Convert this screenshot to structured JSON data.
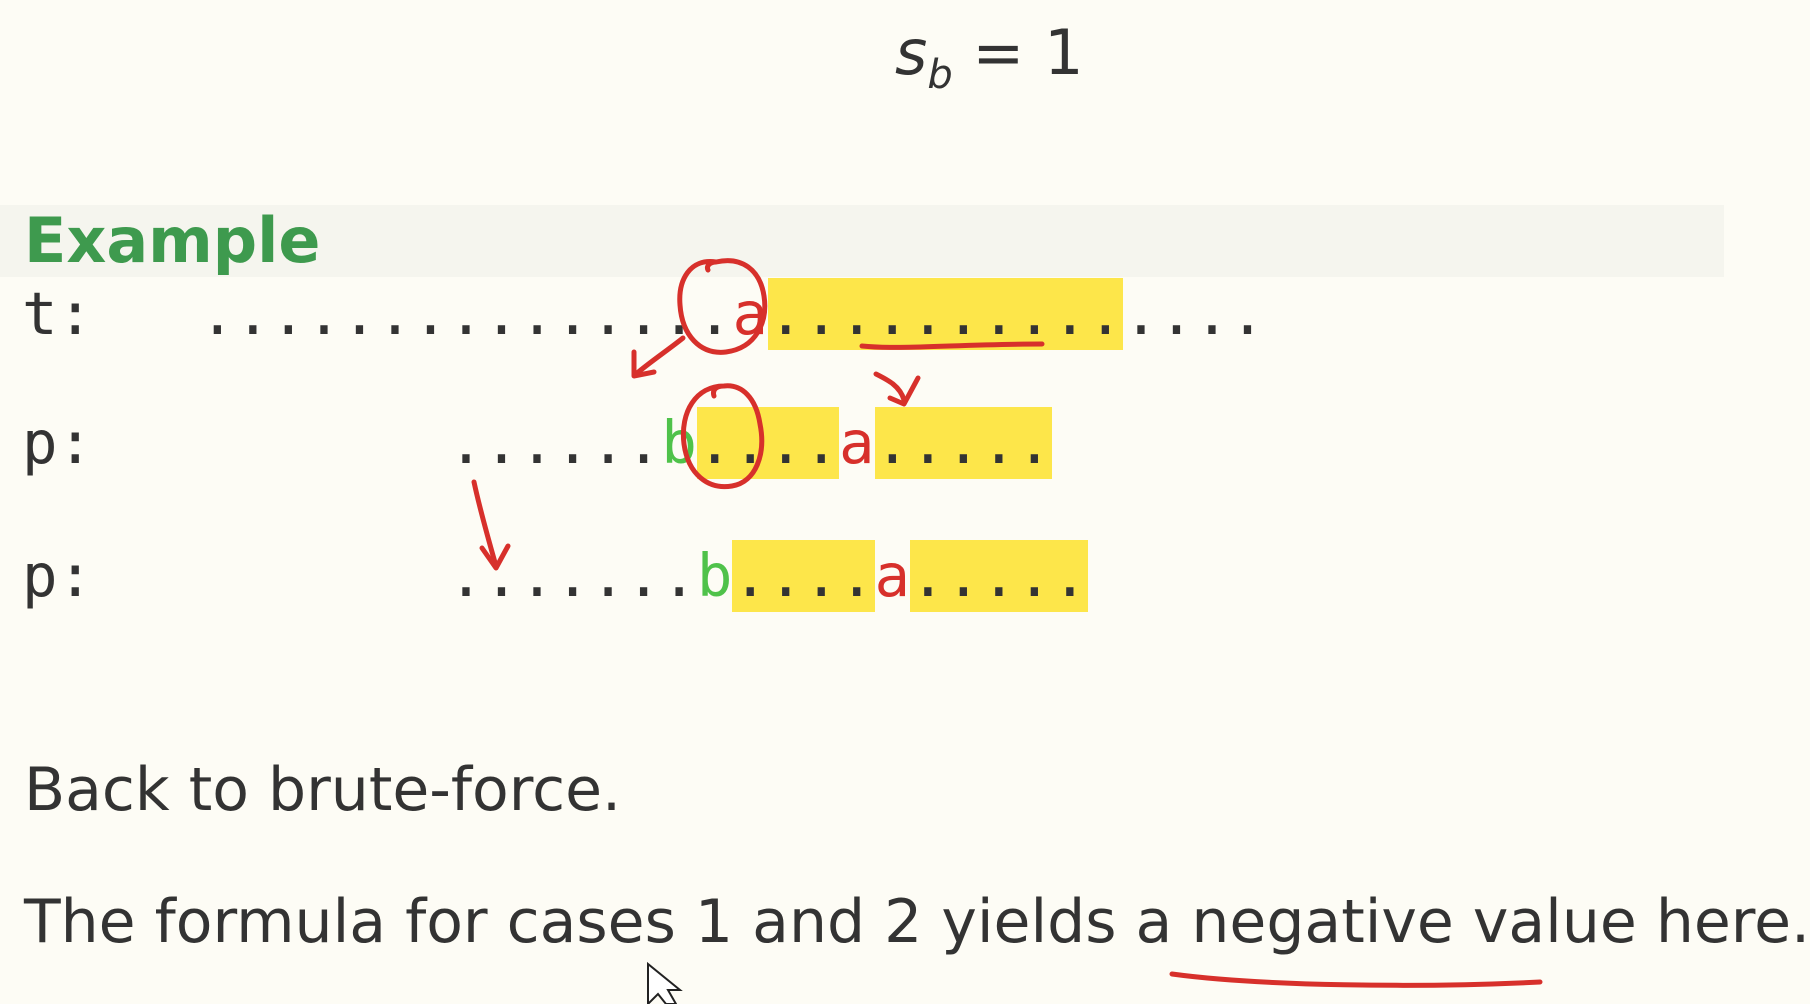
{
  "formula": {
    "variable": "s",
    "subscript": "b",
    "equals": "= 1"
  },
  "example": {
    "title": "Example"
  },
  "rows": {
    "t": {
      "label": "t:",
      "lead_dots": "...............",
      "char": "a",
      "highlight_dots": "..........",
      "tail_dots": "...."
    },
    "p1": {
      "label": "p:",
      "lead_dots": "......",
      "char_b": "b",
      "hl1": "....",
      "char_a": "a",
      "hl2": "....."
    },
    "p2": {
      "label": "p:",
      "lead_dots": ".......",
      "char_b": "b",
      "hl1": "....",
      "char_a": "a",
      "hl2": "....."
    }
  },
  "text": {
    "line1": "Back to brute-force.",
    "line2": "The formula for cases 1 and 2 yields a negative value here."
  },
  "colors": {
    "title_green": "#3e9a4e",
    "highlight_yellow": "#fde64a",
    "annotation_red": "#d7302b",
    "char_green": "#4fc24a"
  }
}
